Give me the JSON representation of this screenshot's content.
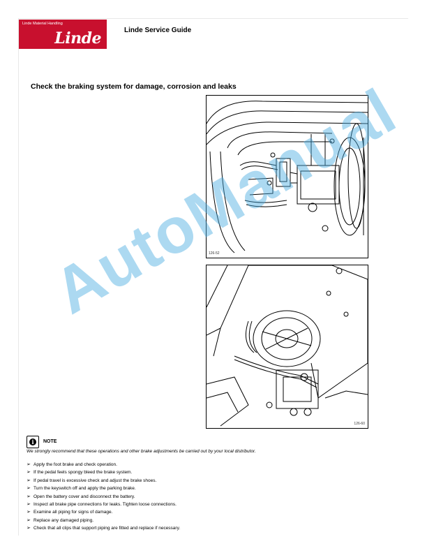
{
  "header": {
    "logo": {
      "small_text": "Linde Material Handling",
      "brand": "Linde"
    },
    "title": "Linde Service Guide"
  },
  "section_title": "Check the braking system for damage, corrosion and leaks",
  "figures": [
    {
      "code": "126-52",
      "description_icon": "brake-assembly-illustration"
    },
    {
      "code": "126-60",
      "description_icon": "brake-piping-illustration"
    }
  ],
  "watermark": "AutoManual",
  "note": {
    "icon": "info-icon",
    "label": "NOTE",
    "text": "We strongly recommend that these operations and other brake adjustments be carried out by your local distributor."
  },
  "steps": [
    "Apply the foot brake and check operation.",
    "If the pedal feels spongy bleed the brake system.",
    "If pedal travel is excessive check and adjust the brake shoes.",
    "Turn the keyswitch off and apply the parking brake.",
    "Open the battery cover and disconnect the battery.",
    "Inspect all brake pipe connections for leaks. Tighten loose connections.",
    "Examine all piping for signs of damage.",
    "Replace any damaged piping.",
    "Check that all clips that support piping are fitted and replace if necessary."
  ],
  "colors": {
    "brand_red": "#c8102e",
    "watermark_blue": "#46aae1"
  }
}
